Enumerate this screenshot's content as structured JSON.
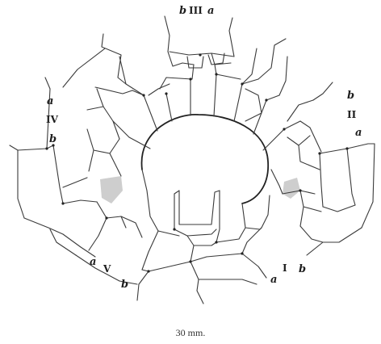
{
  "figure": {
    "labels": {
      "top_b": "b",
      "top_roman": "III",
      "top_a": "a",
      "left_a": "a",
      "left_roman": "IV",
      "left_b": "b",
      "right_b": "b",
      "right_roman": "II",
      "right_a": "a",
      "bottom_left_a": "a",
      "bottom_left_roman": "V",
      "bottom_left_b": "b",
      "bottom_right_a": "a",
      "bottom_right_roman": "I",
      "bottom_right_b": "b"
    },
    "caption": "30 mm."
  }
}
